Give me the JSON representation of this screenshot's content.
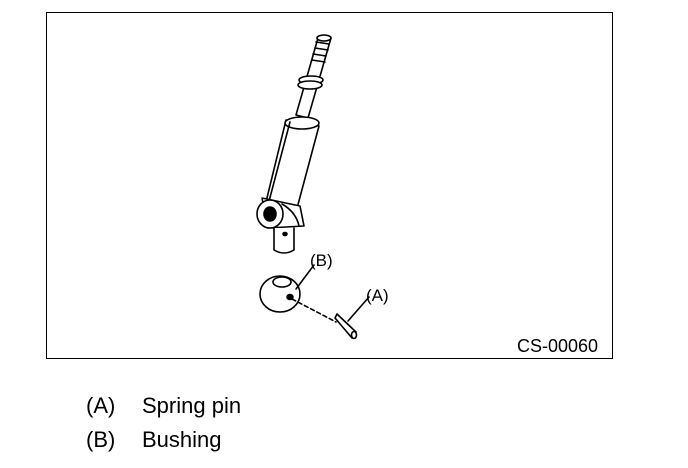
{
  "figure": {
    "code": "CS-00060",
    "callouts": {
      "a": "(A)",
      "b": "(B)"
    }
  },
  "legend": [
    {
      "key": "(A)",
      "label": "Spring pin"
    },
    {
      "key": "(B)",
      "label": "Bushing"
    }
  ]
}
